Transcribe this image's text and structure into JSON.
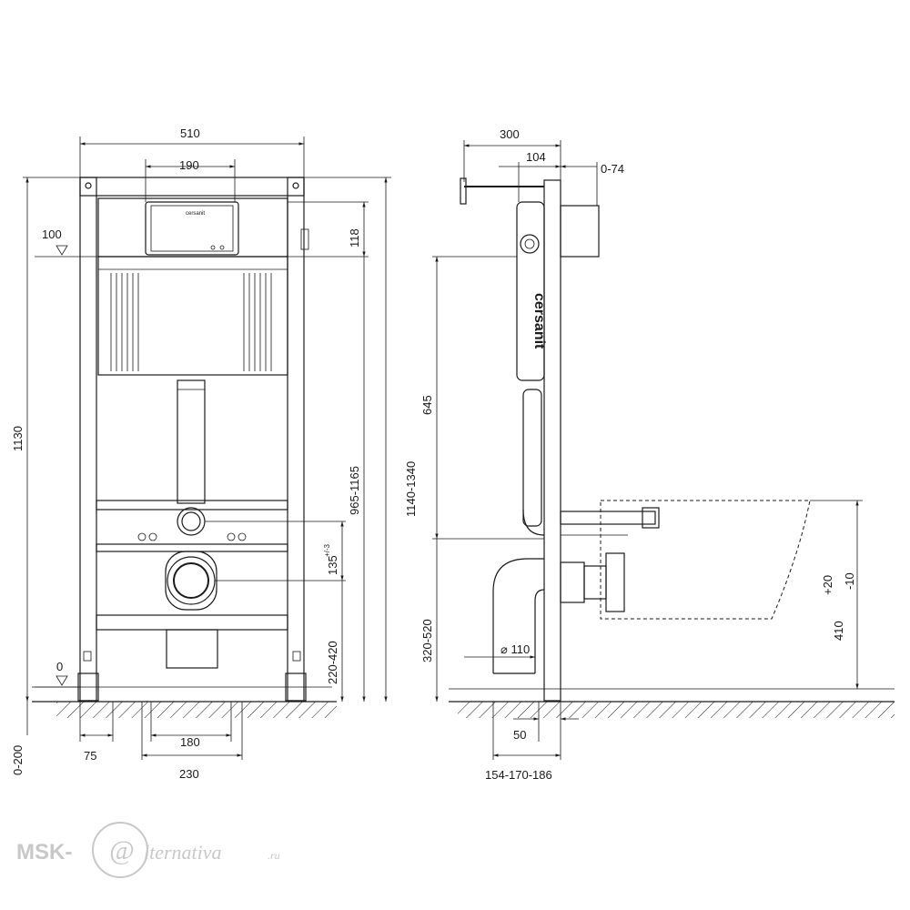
{
  "front_view": {
    "dims": {
      "width_total": "510",
      "width_plate": "190",
      "height_total": "1130",
      "height_range": "965-1165",
      "cistern_top": "118",
      "level_upper": "100",
      "level_zero": "0",
      "level_sub": "0-200",
      "leg_width": "75",
      "bolt_spacing": "180",
      "frame_inner": "230",
      "bolt_height": "135",
      "bolt_height_tol": "+/-3",
      "outlet_height": "220-420"
    },
    "plate_brand": "cersanit"
  },
  "side_view": {
    "dims": {
      "depth_total": "300",
      "depth_front": "104",
      "adjust_range": "0-74",
      "height_645": "645",
      "height_range": "1140-1340",
      "outlet_range": "320-520",
      "pipe_diameter": "110",
      "offset_50": "50",
      "depth_options": "154-170-186",
      "bowl_height": "410",
      "bowl_tol_plus": "+20",
      "bowl_tol_minus": "-10"
    },
    "cistern_brand": "cersanit"
  },
  "watermark": {
    "prefix": "MSK-",
    "suffix": "lternativa",
    "tld": ".ru"
  }
}
